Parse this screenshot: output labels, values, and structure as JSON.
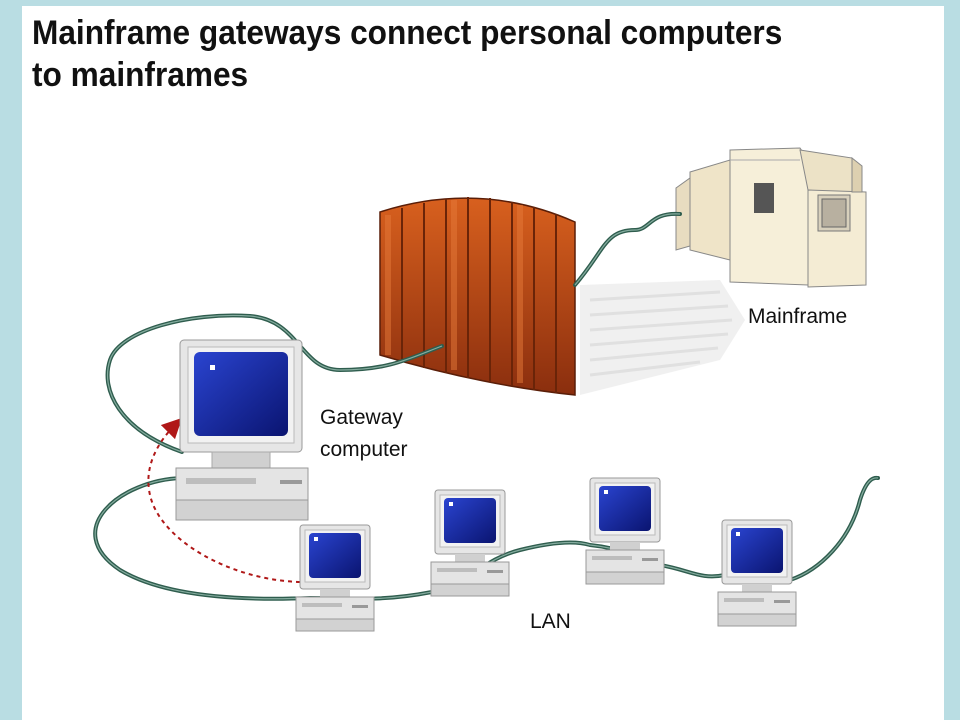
{
  "slide": {
    "title_line1": "Mainframe gateways connect personal computers",
    "title_line2": "to mainframes"
  },
  "diagram": {
    "labels": {
      "mainframe": "Mainframe",
      "gateway_line1": "Gateway",
      "gateway_line2": "computer",
      "lan": "LAN"
    },
    "colors": {
      "background": "#b9dde3",
      "cable": "#2f5d4e",
      "gate": "#c4501a",
      "screen": "#1a2fa0",
      "dashed_arrow": "#b01818"
    }
  }
}
